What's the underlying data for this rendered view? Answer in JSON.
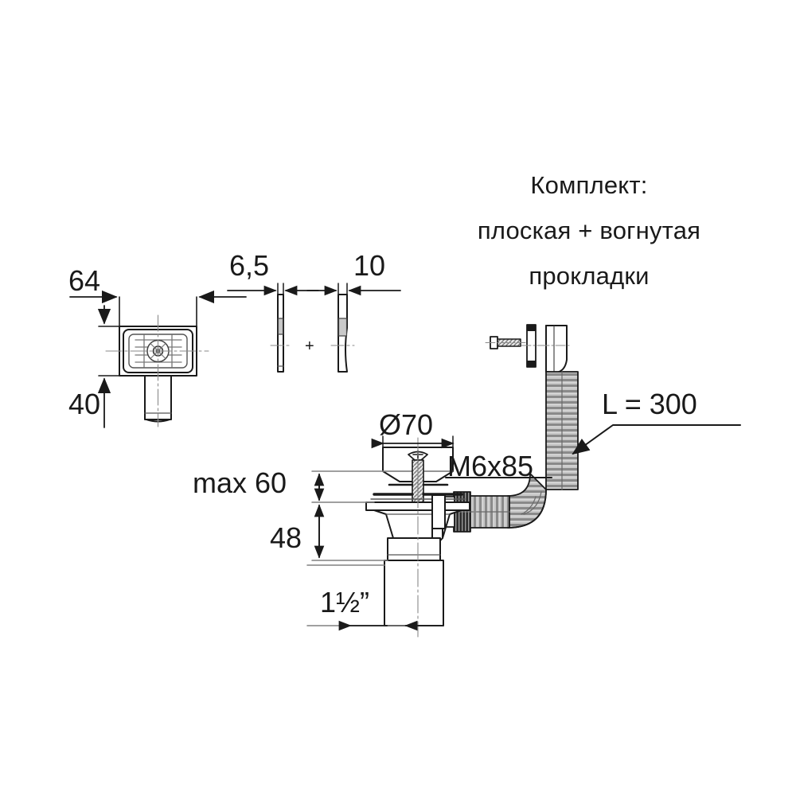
{
  "drawing": {
    "title": "Kitchen sink waste / drain assembly with overflow",
    "type": "technical-line-drawing",
    "background_color": "#ffffff",
    "line_color": "#1a1a1a",
    "hatch_color": "#808080"
  },
  "notes": {
    "kit_note_line1": "Комплект:",
    "kit_note_line2": "плоская + вогнутая",
    "kit_note_line3": "прокладки"
  },
  "dimensions": {
    "overflow_width": "64",
    "overflow_height": "40",
    "gasket_flat_thickness": "6,5",
    "gasket_concave_thickness": "10",
    "gasket_plus": "+",
    "strainer_diameter": "Ø70",
    "bolt_spec": "M6x85",
    "hose_length": "L = 300",
    "height_max": "max 60",
    "body_height": "48",
    "outlet_thread": "1½”"
  },
  "parts": {
    "overflow_cover": "overflow-cover-plate",
    "gasket_flat": "flat-gasket",
    "gasket_concave": "concave-gasket",
    "strainer_cap": "strainer-cap",
    "strainer_screw": "cross-head-screw",
    "drain_body": "drain-body",
    "outlet_pipe": "outlet-pipe",
    "flex_hose": "corrugated-flex-hose",
    "overflow_elbow": "overflow-elbow",
    "small_bolt": "small-bolt",
    "spacer": "spacer-bushing"
  }
}
